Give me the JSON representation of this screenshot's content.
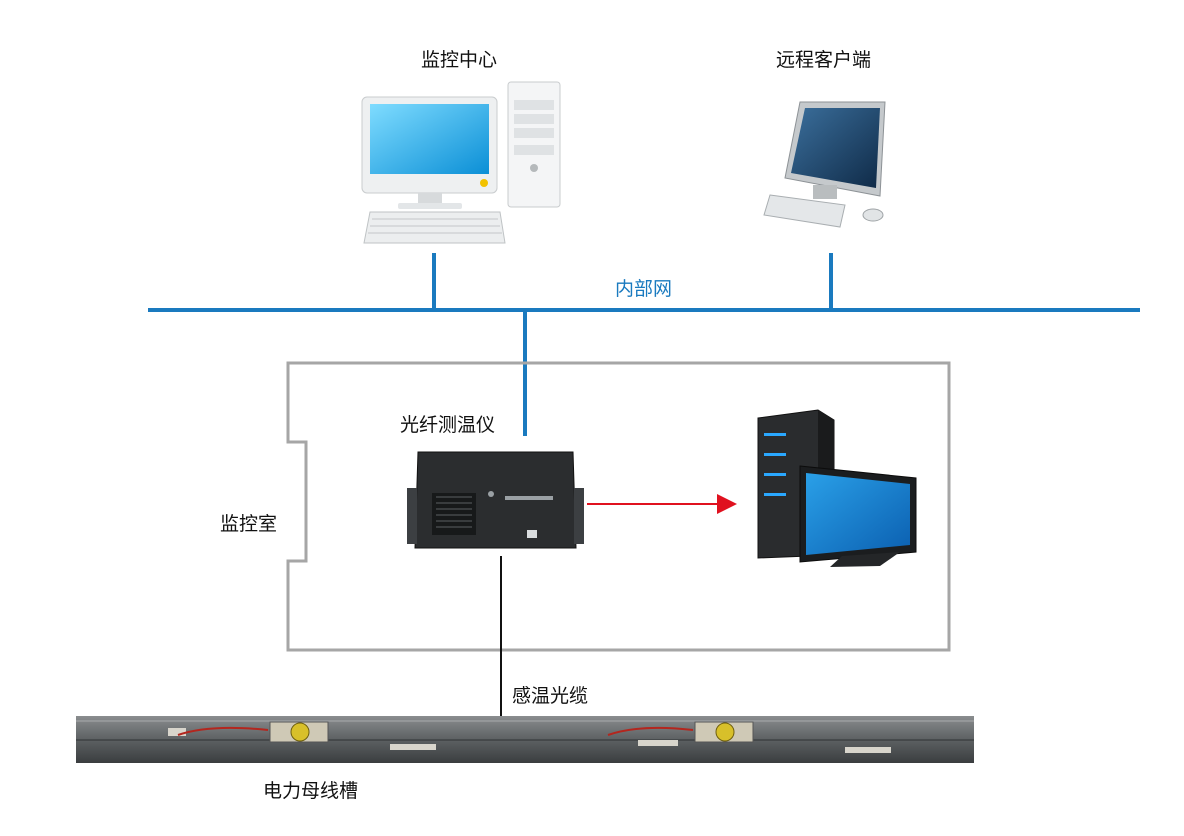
{
  "labels": {
    "monitoring_center": "监控中心",
    "remote_client": "远程客户端",
    "intranet": "内部网",
    "fiber_thermometer": "光纤测温仪",
    "control_room": "监控室",
    "sensing_cable": "感温光缆",
    "busway": "电力母线槽"
  },
  "colors": {
    "network_line": "#1a7abf",
    "room_border": "#a6a6a6",
    "data_arrow": "#e0111f",
    "cable": "#111111"
  },
  "icons": {
    "monitoring_center": "desktop-pc-icon",
    "remote_client": "all-in-one-pc-icon",
    "fiber_thermometer": "rack-device-icon",
    "workstation": "server-monitor-icon",
    "busway": "busway-photo"
  }
}
